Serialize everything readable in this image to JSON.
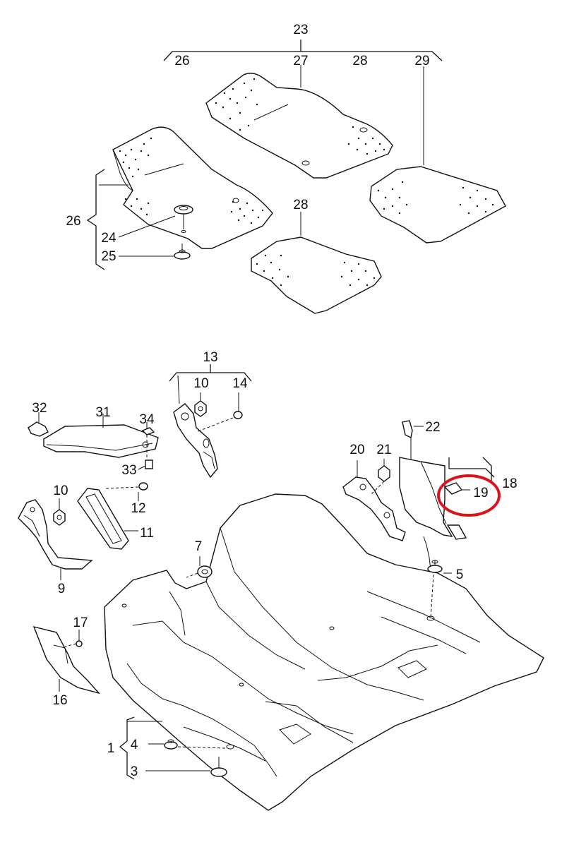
{
  "labels": {
    "l1": "1",
    "l3": "3",
    "l4": "4",
    "l5": "5",
    "l7": "7",
    "l9": "9",
    "l10a": "10",
    "l10b": "10",
    "l11": "11",
    "l12": "12",
    "l13": "13",
    "l14": "14",
    "l16": "16",
    "l17": "17",
    "l18": "18",
    "l19": "19",
    "l20": "20",
    "l21": "21",
    "l22": "22",
    "l23": "23",
    "l24": "24",
    "l25": "25",
    "l26a": "26",
    "l26b": "26",
    "l27": "27",
    "l28a": "28",
    "l28b": "28",
    "l29": "29",
    "l31": "31",
    "l32": "32",
    "l33": "33",
    "l34": "34"
  },
  "highlight": {
    "part": "19",
    "color": "#d9151b"
  }
}
